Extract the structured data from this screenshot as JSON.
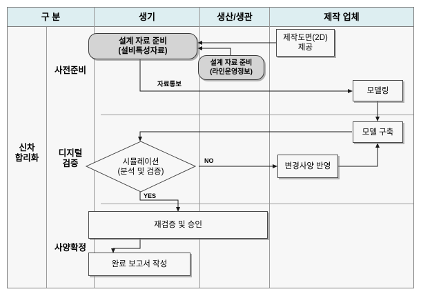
{
  "table": {
    "columns": [
      {
        "label": "구 분"
      },
      {
        "label": "생기"
      },
      {
        "label": "생산/생관"
      },
      {
        "label": "제작 업체"
      }
    ],
    "category": "신차\n합리화",
    "category_line1": "신차",
    "category_line2": "합리화",
    "stages": [
      {
        "label": "사전준비"
      },
      {
        "label": "디지털\n검증",
        "line1": "디지털",
        "line2": "검증"
      },
      {
        "label": "사양확정"
      }
    ],
    "header_bg": "#ddeef1",
    "body_bg": "#f7f7f7",
    "border_color": "#808080"
  },
  "nodes": {
    "design_data_equipment": {
      "line1": "설계 자료 준비",
      "line2": "(설비특성자료)",
      "shape": "rounded",
      "fill": "#d4d4d4"
    },
    "design_data_line_ops": {
      "line1": "설계 자료 준비",
      "line2": "(라인운영정보)",
      "shape": "rounded",
      "fill": "#d4d4d4"
    },
    "drawing_2d": {
      "line1": "제작도면(2D)",
      "line2": "제공",
      "shape": "rect",
      "fill": "#f7f7f7"
    },
    "modeling": {
      "line1": "모델링",
      "shape": "rect",
      "fill": "#f7f7f7"
    },
    "model_build": {
      "line1": "모델 구축",
      "shape": "rect",
      "fill": "#f7f7f7"
    },
    "simulation": {
      "line1": "시뮬레이션",
      "line2": "(분석 및 검증)",
      "shape": "diamond",
      "fill": "#f7f7f7"
    },
    "change_reflect": {
      "line1": "변경사양 반영",
      "shape": "rect",
      "fill": "#f7f7f7"
    },
    "reverify_approve": {
      "line1": "재검증 및 승인",
      "shape": "rect",
      "fill": "#f7f7f7"
    },
    "final_report": {
      "line1": "완료 보고서 작성",
      "shape": "rect",
      "fill": "#f7f7f7"
    }
  },
  "edges": {
    "data_notice": "자료통보",
    "no_branch": "NO",
    "yes_branch": "YES"
  }
}
